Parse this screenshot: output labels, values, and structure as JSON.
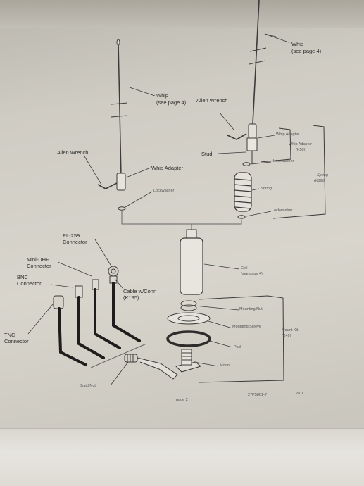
{
  "document": {
    "labels": {
      "whip_top": "Whip",
      "whip_top_ref": "(see page 4)",
      "whip_left": "Whip",
      "whip_left_ref": "(see page 4)",
      "allen_wrench_right": "Allen Wrench",
      "allen_wrench_left": "Allen Wrench",
      "whip_adapter_right": "Whip Adapter",
      "whip_adapter_k50": "Whip Adapter",
      "whip_adapter_k50_code": "(K50)",
      "stud": "Stud",
      "lockwasher_upper": "Lockwasher",
      "spring_bracket": "Spring",
      "spring_bracket_code": "(K126)",
      "spring": "Spring",
      "lockwasher_lower": "Lockwasher",
      "whip_adapter_left": "Whip Adapter",
      "lockwasher_left": "Lockwasher",
      "pl259": "PL-259",
      "pl259_2": "Connector",
      "mini_uhf": "Mini-UHF",
      "mini_uhf_2": "Connector",
      "bnc": "BNC",
      "bnc_2": "Connector",
      "tnc": "TNC",
      "tnc_2": "Connector",
      "coil": "Coil",
      "coil_ref": "(see page 4)",
      "cable": "Cable w/Conn",
      "cable_code": "(K195)",
      "mounting_nut": "Mounting Nut",
      "mounting_sleeve": "Mounting Sleeve",
      "mount_kit": "Mount Kit",
      "mount_kit_code": "(K49)",
      "pad": "Pad",
      "mount": "Mount",
      "braid_nut": "Braid Nut"
    },
    "footer": {
      "page": "page 2",
      "doc_code": "27P5861-7",
      "date": "2/01"
    },
    "colors": {
      "paper": "#d8d5cd",
      "ink": "#2e2d2b"
    }
  }
}
